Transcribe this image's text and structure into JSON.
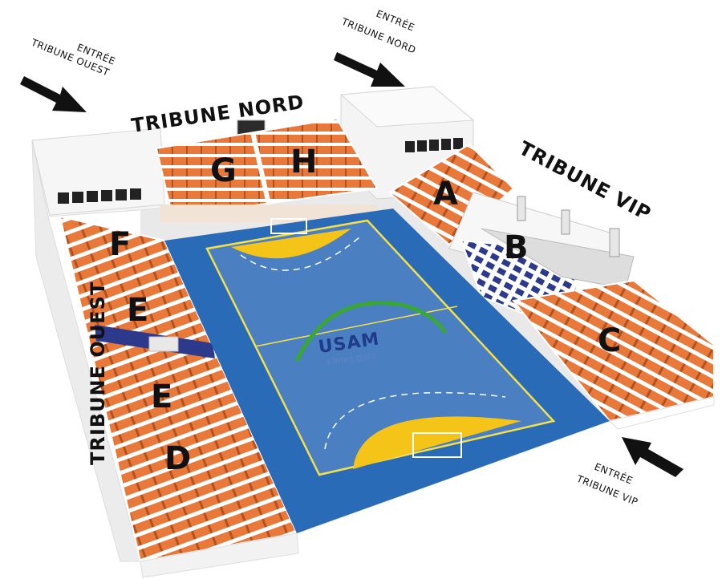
{
  "map": {
    "tribunes": {
      "nord": "TRIBUNE NORD",
      "vip": "TRIBUNE VIP",
      "ouest": "TRIBUNE OUEST"
    },
    "entrances": {
      "ouest": [
        "ENTRÉE",
        "TRIBUNE OUEST"
      ],
      "nord": [
        "ENTRÉE",
        "TRIBUNE NORD"
      ],
      "vip": [
        "ENTRÉE",
        "TRIBUNE VIP"
      ]
    },
    "sections": [
      "G",
      "H",
      "A",
      "B",
      "C",
      "F",
      "E",
      "E",
      "D"
    ],
    "court": {
      "brand": "USAM",
      "sub_brand": "nîmes gard"
    },
    "colors": {
      "seat": "#e8793a",
      "seat_dark": "#b3521f",
      "vip_seat": "#2d3a8c",
      "court_inner": "#4a7fc1",
      "court_outer": "#2a6bb8",
      "goal_area": "#f4c518",
      "center_arc": "#3aa635",
      "concrete": "#f2f2f2"
    }
  }
}
